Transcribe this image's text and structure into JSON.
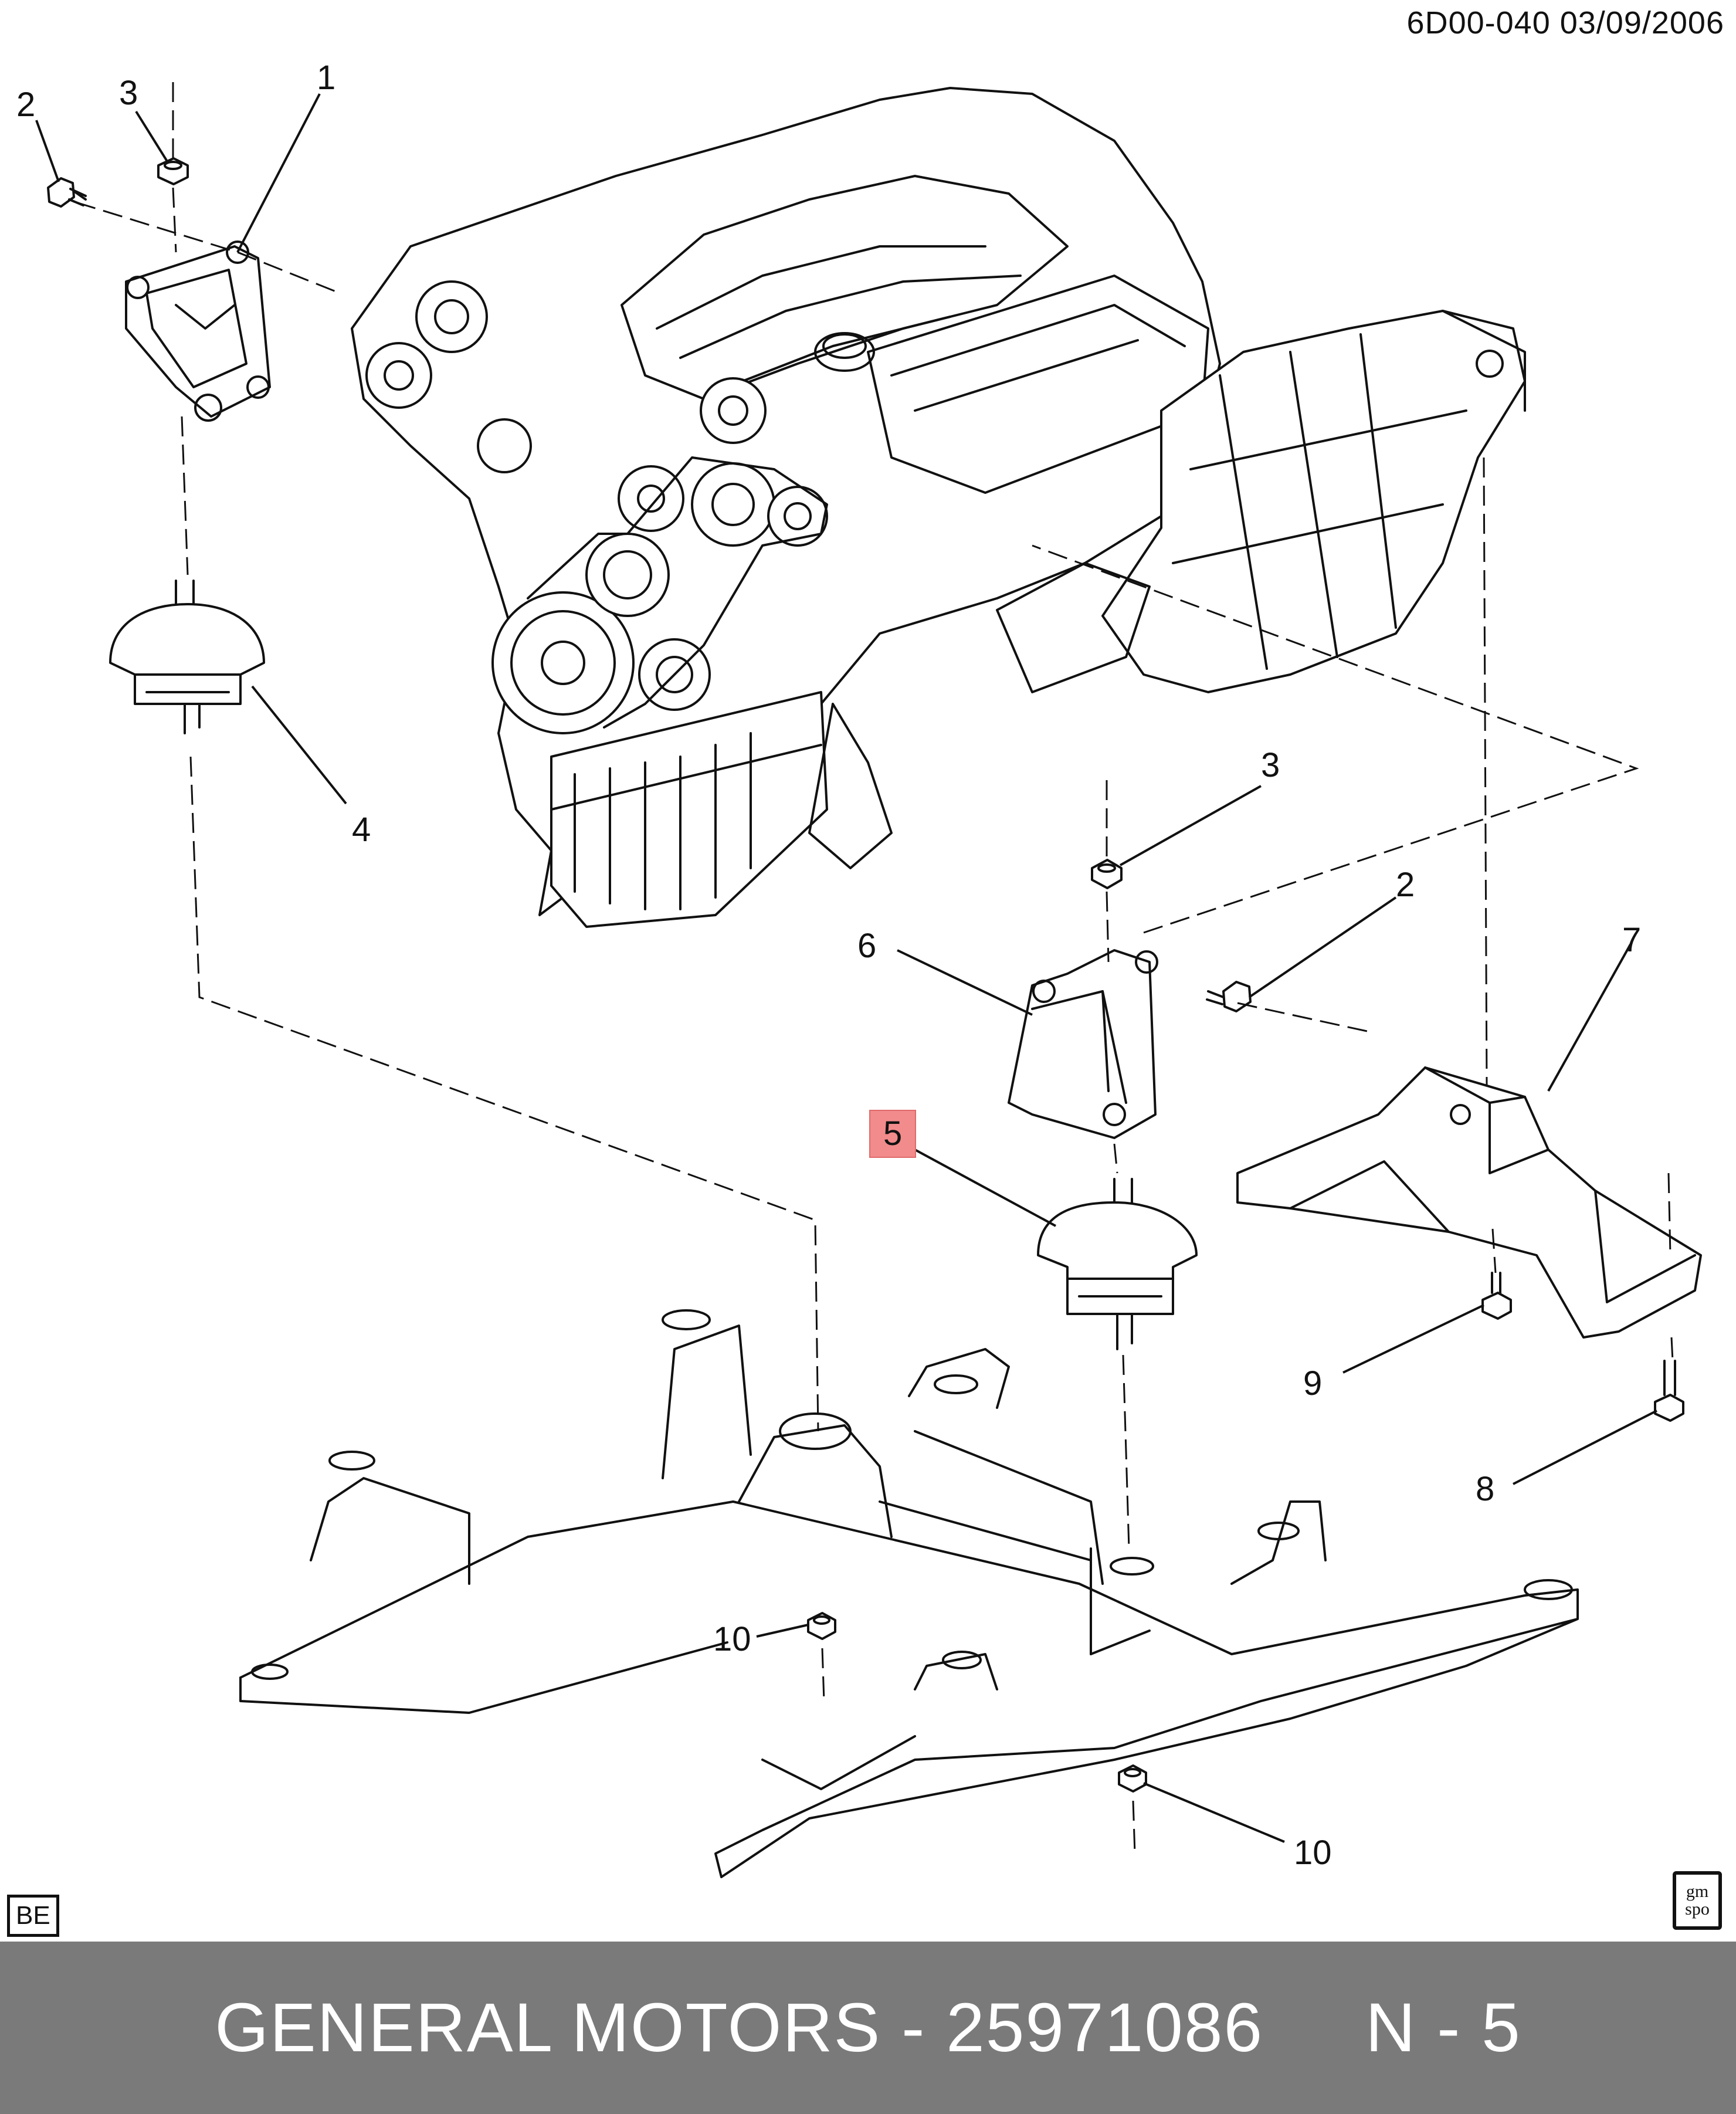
{
  "header": {
    "code": "6D00-040  03/09/2006"
  },
  "callouts": [
    {
      "id": "c1",
      "label": "1"
    },
    {
      "id": "c2a",
      "label": "2"
    },
    {
      "id": "c3a",
      "label": "3"
    },
    {
      "id": "c4",
      "label": "4"
    },
    {
      "id": "c3b",
      "label": "3"
    },
    {
      "id": "c2b",
      "label": "2"
    },
    {
      "id": "c6",
      "label": "6"
    },
    {
      "id": "c7",
      "label": "7"
    },
    {
      "id": "c5",
      "label": "5",
      "highlighted": true
    },
    {
      "id": "c9",
      "label": "9"
    },
    {
      "id": "c8",
      "label": "8"
    },
    {
      "id": "c10a",
      "label": "10"
    },
    {
      "id": "c10b",
      "label": "10"
    }
  ],
  "badge": {
    "text": "BE"
  },
  "logo": {
    "line1": "gm",
    "line2": "spo"
  },
  "footer": {
    "brand": "GENERAL MOTORS",
    "separator": " - ",
    "part_number": "25971086",
    "gap": "     ",
    "suffix": "N - 5"
  },
  "colors": {
    "footer_bg": "#7a7a7a",
    "highlight": "#f28b8b",
    "line": "#111111"
  }
}
